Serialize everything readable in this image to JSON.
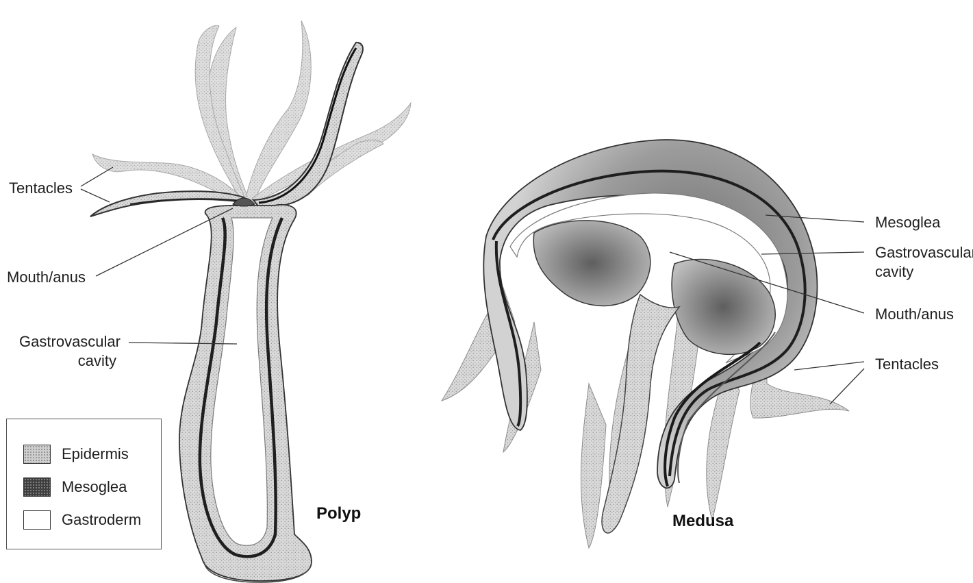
{
  "polyp": {
    "title": "Polyp",
    "labels": {
      "tentacles": "Tentacles",
      "mouth_anus": "Mouth/anus",
      "gastrovascular_line1": "Gastrovascular",
      "gastrovascular_line2": "cavity"
    }
  },
  "medusa": {
    "title": "Medusa",
    "labels": {
      "mesoglea": "Mesoglea",
      "gastrovascular_line1": "Gastrovascular",
      "gastrovascular_line2": "cavity",
      "mouth_anus": "Mouth/anus",
      "tentacles": "Tentacles"
    }
  },
  "legend": {
    "items": [
      {
        "label": "Epidermis",
        "swatch": "stippled-gray"
      },
      {
        "label": "Mesoglea",
        "swatch": "dark-gray"
      },
      {
        "label": "Gastroderm",
        "swatch": "white"
      }
    ]
  },
  "colors": {
    "epidermis": "#cfcfcf",
    "mesoglea": "#3e3e3e",
    "gastroderm": "#ffffff",
    "outline": "#3a3a3a"
  }
}
